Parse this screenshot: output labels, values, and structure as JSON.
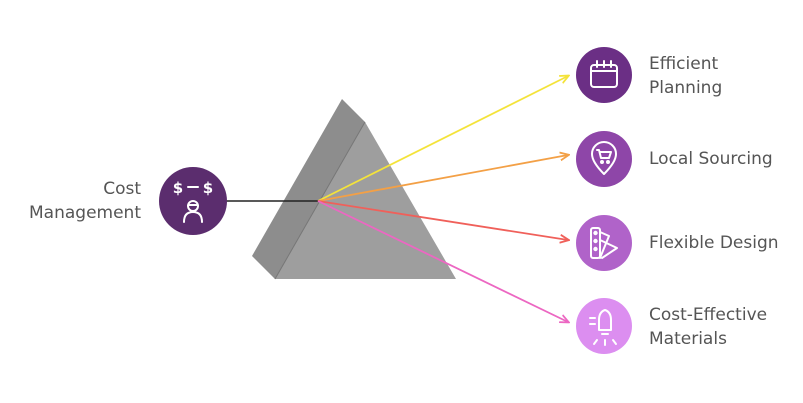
{
  "source": {
    "label_lines": [
      "Cost",
      "Management"
    ],
    "icon": "money-person-icon",
    "color": "#5b2d6e"
  },
  "outputs": [
    {
      "label_lines": [
        "Efficient",
        "Planning"
      ],
      "icon": "calendar-icon",
      "circle_color": "#6b2f85",
      "ray_color": "#f4e33a"
    },
    {
      "label_lines": [
        "Local Sourcing"
      ],
      "icon": "shopping-cart-pin-icon",
      "circle_color": "#8e46a8",
      "ray_color": "#f3a046"
    },
    {
      "label_lines": [
        "Flexible Design"
      ],
      "icon": "swatch-palette-icon",
      "circle_color": "#b063c9",
      "ray_color": "#f0605a"
    },
    {
      "label_lines": [
        "Cost-Effective",
        "Materials"
      ],
      "icon": "light-bulb-icon",
      "circle_color": "#dc8ef0",
      "ray_color": "#ec67c2"
    }
  ],
  "prism": {
    "front_color": "#9e9e9e",
    "side_color": "#8d8d8d",
    "edge_color": "#777777"
  }
}
